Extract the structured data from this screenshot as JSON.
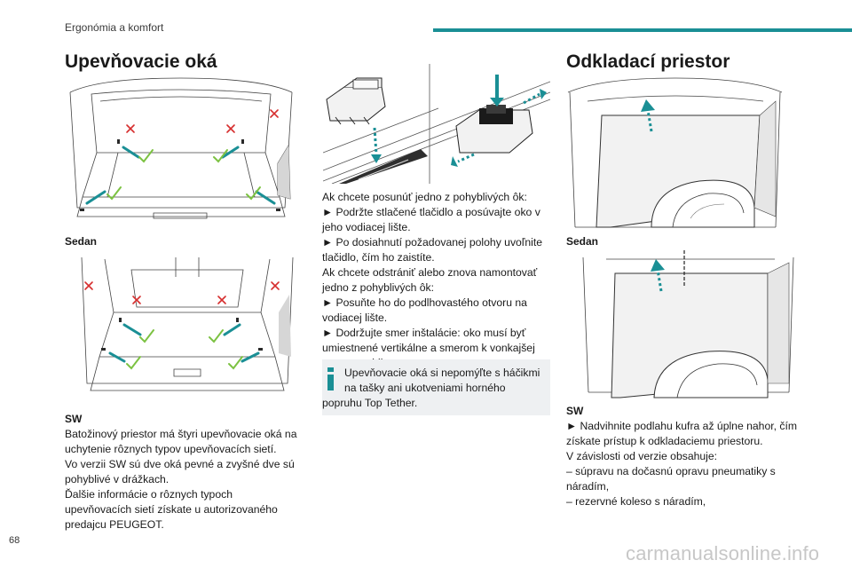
{
  "header": {
    "section": "Ergonómia a komfort",
    "accent_color": "#1a8f95"
  },
  "left": {
    "title": "Upevňovacie oká",
    "caption_sedan": "Sedan",
    "caption_sw": "SW",
    "body": [
      "Batožinový priestor má štyri upevňovacie oká na",
      "uchytenie rôznych typov upevňovacích sietí.",
      "Vo verzii SW sú dve oká pevné a zvyšné dve sú",
      "pohyblivé v drážkach.",
      "Ďalšie informácie o rôznych typoch",
      "upevňovacích sietí získate u autorizovaného",
      "predajcu PEUGEOT."
    ]
  },
  "middle": {
    "body": [
      "Ak chcete posunúť jedno z pohyblivých ôk:",
      "► Podržte stlačené tlačidlo a posúvajte oko v",
      "jeho vodiacej lište.",
      "► Po dosiahnutí požadovanej polohy uvoľnite",
      "tlačidlo, čím ho zaistíte.",
      "Ak chcete odstrániť alebo znova namontovať",
      "jedno z pohyblivých ôk:",
      "► Posuňte ho do podlhovastého otvoru na",
      "vodiacej lište.",
      "► Dodržujte smer inštalácie: oko musí byť",
      "umiestnené vertikálne a smerom k vonkajšej",
      "strane vozidla."
    ],
    "tip": [
      "Upevňovacie oká si nepomýľte s háčikmi",
      "na tašky ani ukotveniami horného",
      "popruhu Top Tether."
    ],
    "tip_icon": "info-icon"
  },
  "right": {
    "title": "Odkladací priestor",
    "caption_sedan": "Sedan",
    "caption_sw": "SW",
    "body": [
      "► Nadvihnite podlahu kufra až úplne nahor, čím",
      "získate prístup k odkladaciemu priestoru.",
      "V závislosti od verzie obsahuje:",
      "– súpravu na dočasnú opravu pneumatiky s",
      "náradím,",
      "– rezervné koleso s náradím,"
    ]
  },
  "footer": {
    "page_number": "68",
    "watermark": "carmanualsonline.info"
  },
  "colors": {
    "teal": "#1a8f95",
    "check_green": "#7cc242",
    "cross_red": "#d62e2e",
    "tip_bg": "#eef0f2"
  }
}
